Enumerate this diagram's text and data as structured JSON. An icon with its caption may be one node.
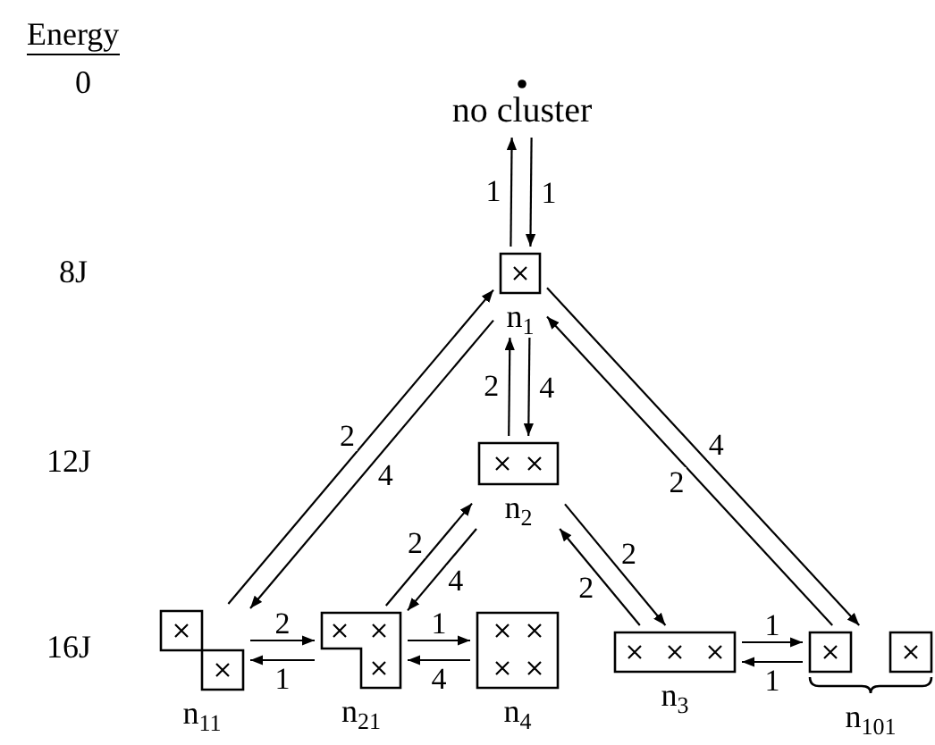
{
  "diagram": {
    "nodes": [
      {
        "text": [
          "no cluster"
        ]
      },
      {
        "text": [],
        "shape": "box",
        "beside": [
          "n$_{1}$"
        ]
      },
      {
        "text": [],
        "shape": "box",
        "beside": [
          "n$_{2}$"
        ]
      },
      {
        "text": [],
        "shape": "box",
        "beside": [
          "n$_{11}$"
        ]
      },
      {
        "text": [],
        "shape": "box",
        "beside": [
          "n$_{21}$"
        ]
      },
      {
        "text": [],
        "shape": "box",
        "beside": [
          "n$_{4}$"
        ]
      },
      {
        "text": [],
        "shape": "box",
        "beside": [
          "n$_{3}$"
        ]
      },
      {
        "text": [],
        "shape": "box",
        "beside": [
          "n$_{101}$"
        ]
      }
    ],
    "edges": [
      {
        "from": 1,
        "to": 0,
        "arrow": "to",
        "label": "1"
      },
      {
        "from": 0,
        "to": 1,
        "arrow": "to",
        "label": "1"
      },
      {
        "from": 2,
        "to": 1,
        "arrow": "to",
        "label": "2"
      },
      {
        "from": 1,
        "to": 2,
        "arrow": "to",
        "label": "4"
      },
      {
        "from": 3,
        "to": 1,
        "arrow": "to",
        "label": "2"
      },
      {
        "from": 1,
        "to": 3,
        "arrow": "to",
        "label": "4"
      },
      {
        "from": 1,
        "to": 7,
        "arrow": "to",
        "label": "4"
      },
      {
        "from": 7,
        "to": 1,
        "arrow": "to",
        "label": "2"
      },
      {
        "from": 4,
        "to": 2,
        "arrow": "to",
        "label": "2"
      },
      {
        "from": 2,
        "to": 4,
        "arrow": "to",
        "label": "4"
      },
      {
        "from": 2,
        "to": 6,
        "arrow": "to",
        "label": "2"
      },
      {
        "from": 6,
        "to": 2,
        "arrow": "to",
        "label": "2"
      },
      {
        "from": 3,
        "to": 4,
        "arrow": "to",
        "label": "2"
      },
      {
        "from": 4,
        "to": 3,
        "arrow": "to",
        "label": "1"
      },
      {
        "from": 4,
        "to": 5,
        "arrow": "to",
        "label": "1"
      },
      {
        "from": 5,
        "to": 4,
        "arrow": "to",
        "label": "4"
      },
      {
        "from": 6,
        "to": 7,
        "arrow": "to",
        "label": "1"
      },
      {
        "from": 7,
        "to": 6,
        "arrow": "to",
        "label": "1"
      }
    ],
    "labels": [
      "Energy",
      "0",
      "8J",
      "12J",
      "16J"
    ]
  }
}
